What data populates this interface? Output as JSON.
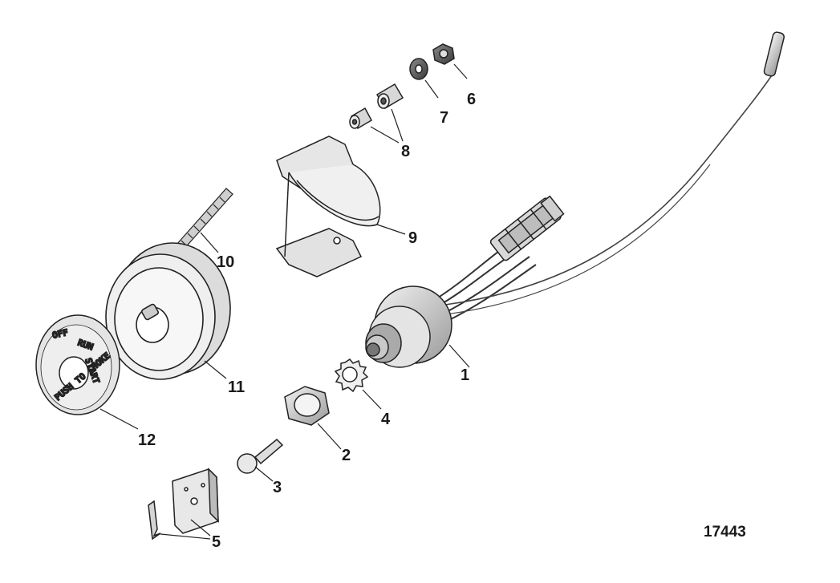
{
  "figure_number": "17443",
  "dial_text": {
    "off": "OFF",
    "run": "RUN",
    "start": "START",
    "push_to_choke": "PUSH TO CHOKE"
  },
  "callouts": [
    {
      "id": "1",
      "text": "1"
    },
    {
      "id": "2",
      "text": "2"
    },
    {
      "id": "3",
      "text": "3"
    },
    {
      "id": "4",
      "text": "4"
    },
    {
      "id": "5",
      "text": "5"
    },
    {
      "id": "6",
      "text": "6"
    },
    {
      "id": "7",
      "text": "7"
    },
    {
      "id": "8",
      "text": "8"
    },
    {
      "id": "9",
      "text": "9"
    },
    {
      "id": "10",
      "text": "10"
    },
    {
      "id": "11",
      "text": "11"
    },
    {
      "id": "12",
      "text": "12"
    }
  ]
}
